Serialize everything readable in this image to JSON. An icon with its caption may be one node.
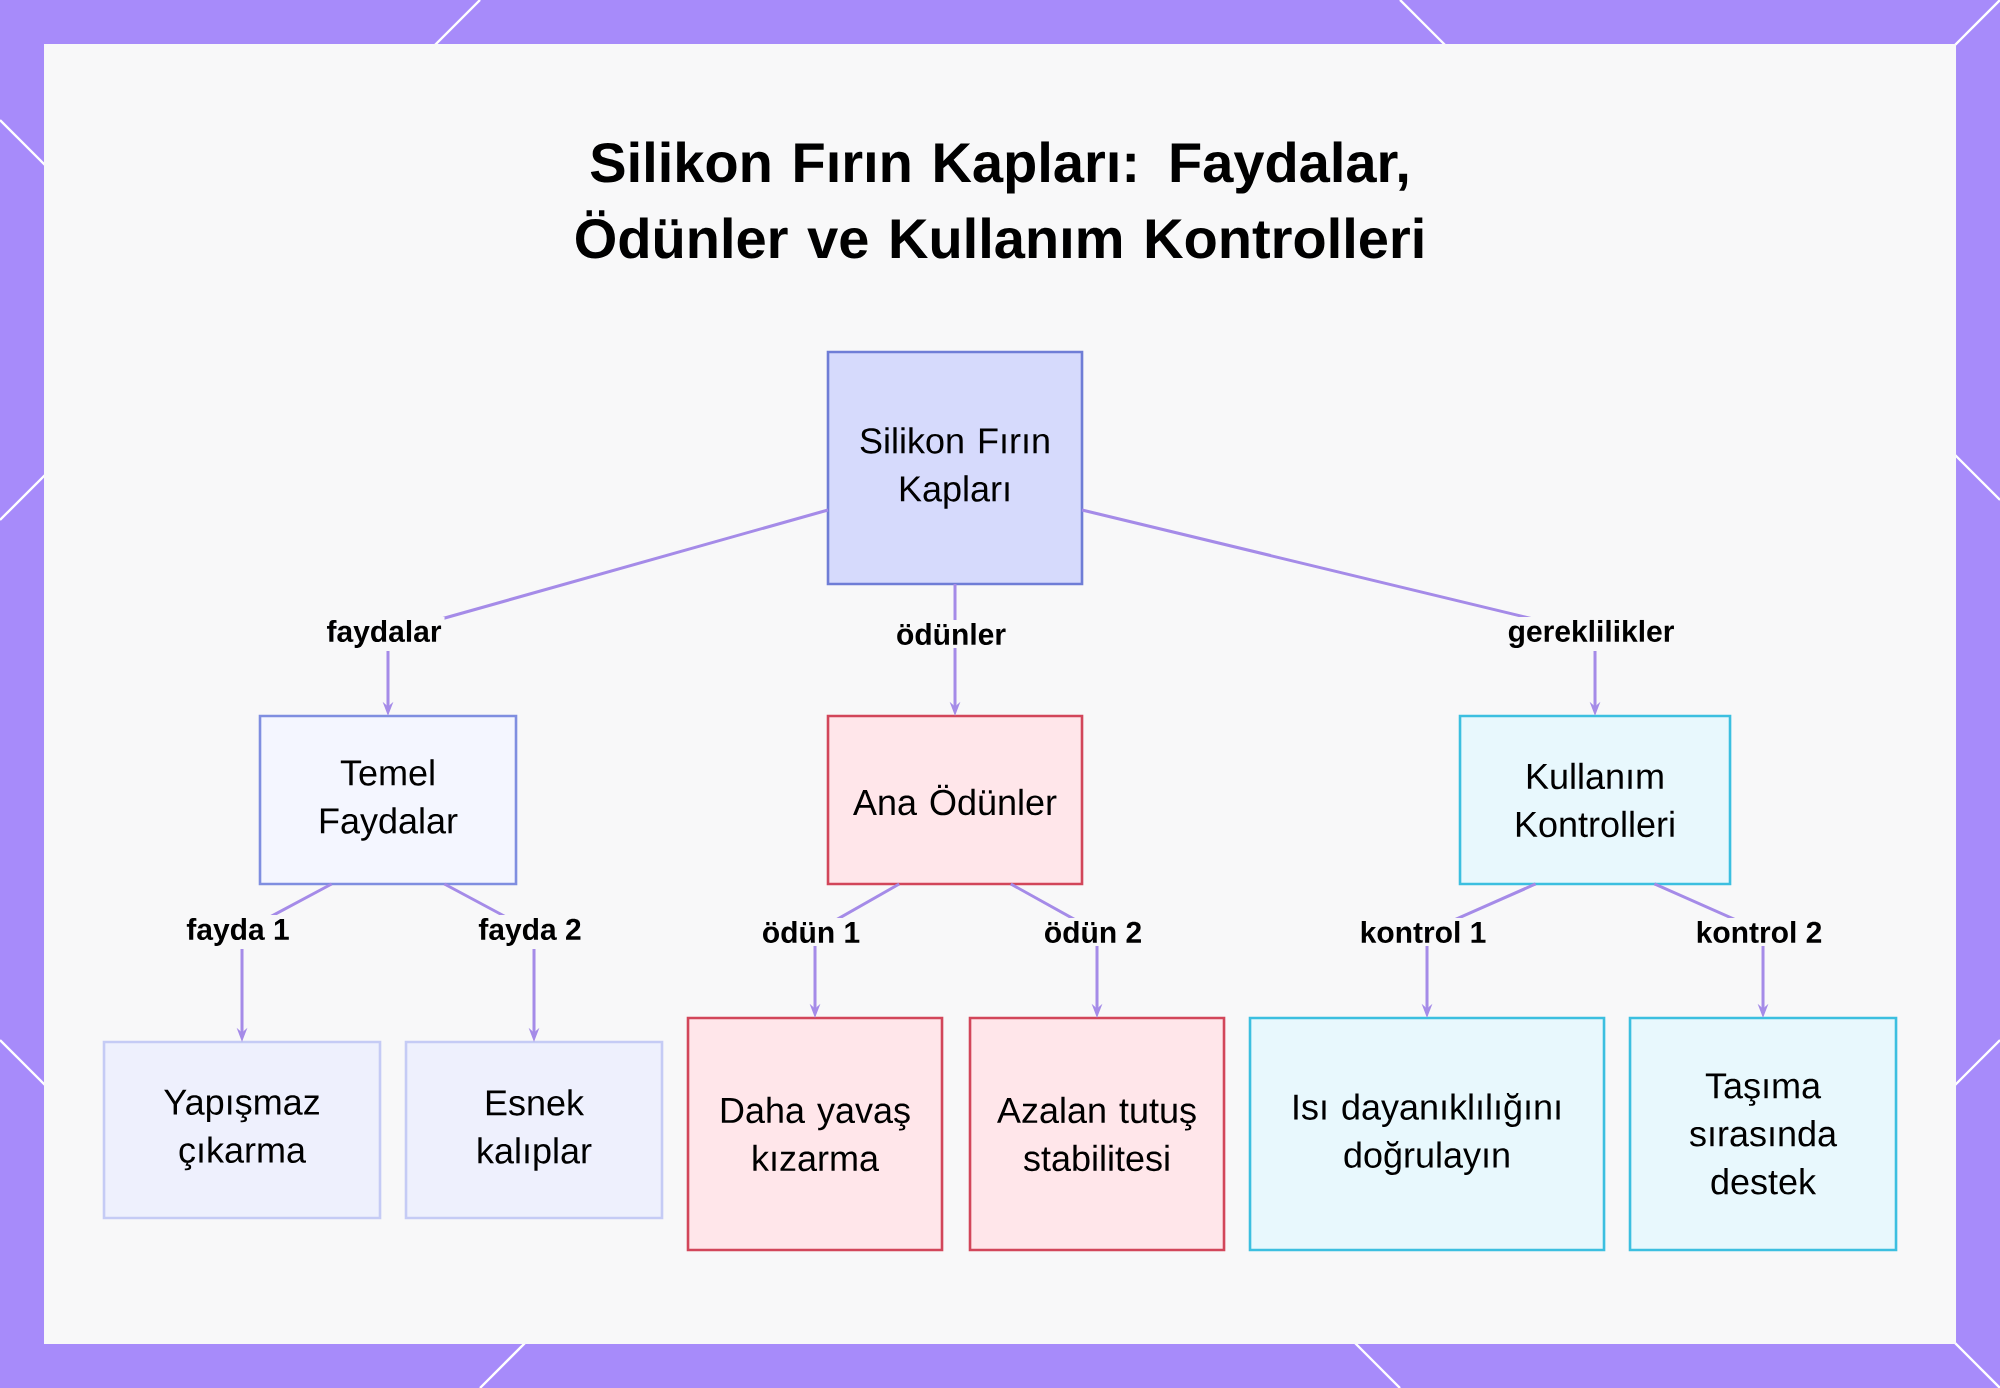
{
  "diagram": {
    "title": "Silikon Fırın Kapları: Faydalar, Ödünler ve Kullanım Kontrolleri",
    "nodes": [
      {
        "text": [
          "Silikon Fırın Kapları"
        ]
      },
      {
        "text": [
          "Temel Faydalar"
        ]
      },
      {
        "text": [
          "Ana Ödünler"
        ]
      },
      {
        "text": [
          "Kullanım Kontrolleri"
        ]
      },
      {
        "text": [
          "Yapışmaz çıkarma"
        ]
      },
      {
        "text": [
          "Esnek kalıplar"
        ]
      },
      {
        "text": [
          "Daha yavaş kızarma"
        ]
      },
      {
        "text": [
          "Azalan tutuş stabilitesi"
        ]
      },
      {
        "text": [
          "Isı dayanıklılığını doğrulayın"
        ]
      },
      {
        "text": [
          "Taşıma sırasında destek"
        ]
      }
    ],
    "edges": [
      {
        "from": 0,
        "to": 1,
        "arrow": "to",
        "label": "faydalar"
      },
      {
        "from": 0,
        "to": 2,
        "arrow": "to",
        "label": "ödünler"
      },
      {
        "from": 0,
        "to": 3,
        "arrow": "to",
        "label": "gereklilikler"
      },
      {
        "from": 1,
        "to": 4,
        "arrow": "to",
        "label": "fayda 1"
      },
      {
        "from": 1,
        "to": 5,
        "arrow": "to",
        "label": "fayda 2"
      },
      {
        "from": 2,
        "to": 6,
        "arrow": "to",
        "label": "ödün 1"
      },
      {
        "from": 2,
        "to": 7,
        "arrow": "to",
        "label": "ödün 2"
      },
      {
        "from": 3,
        "to": 8,
        "arrow": "to",
        "label": "kontrol 1"
      },
      {
        "from": 3,
        "to": 9,
        "arrow": "to",
        "label": "kontrol 2"
      }
    ]
  }
}
